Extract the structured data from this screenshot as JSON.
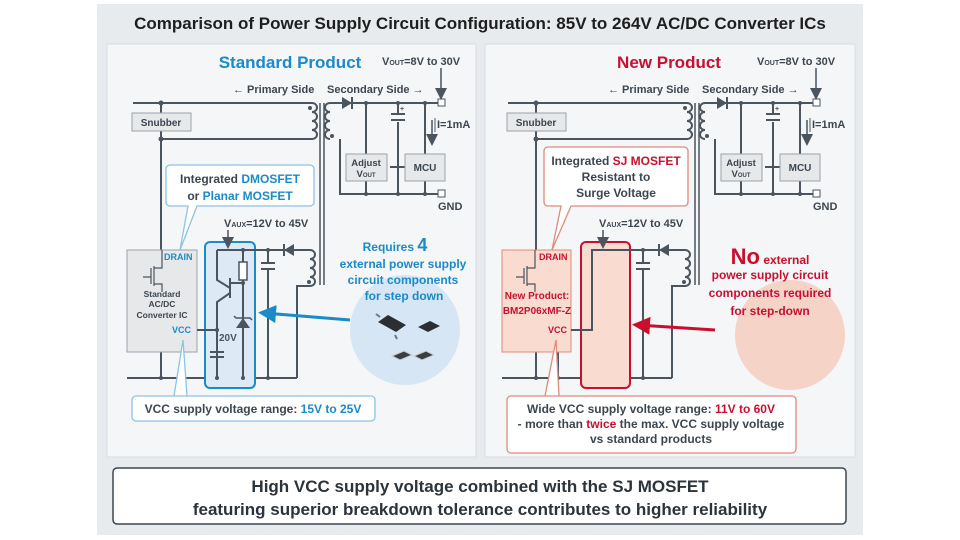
{
  "title": "Comparison of Power Supply Circuit Configuration: 85V to 264V AC/DC Converter ICs",
  "colors": {
    "standard_accent": "#1a8ac9",
    "new_accent": "#c8102e",
    "frame": "#e8ebee",
    "panel": "#f4f6f8"
  },
  "common": {
    "vout": "VOUT=8V to 30V",
    "vout_sub": "OUT",
    "vout_rest": "=8V to 30V",
    "primary_side": "← Primary Side",
    "secondary_side": "Secondary Side →",
    "snubber": "Snubber",
    "current": "I=1mA",
    "adjust_line1": "Adjust",
    "adjust_line2": "V",
    "adjust_sub": "OUT",
    "mcu": "MCU",
    "gnd": "GND",
    "vaux_v": "V",
    "vaux_sub": "AUX",
    "vaux_rest": "=12V to 45V",
    "drain": "DRAIN",
    "vcc": "VCC"
  },
  "standard": {
    "heading": "Standard Product",
    "callout_line1_a": "Integrated ",
    "callout_line1_b": "DMOSFET",
    "callout_line2_a": "or ",
    "callout_line2_b": "Planar MOSFET",
    "ic_line1": "Standard",
    "ic_line2": "AC/DC",
    "ic_line3": "Converter IC",
    "zener": "20V",
    "note_a": "Requires ",
    "note_b": "4",
    "note_line2": "external power supply",
    "note_line3": "circuit components",
    "note_line4": "for step down",
    "range_a": "VCC supply voltage range: ",
    "range_b": "15V to 25V"
  },
  "new": {
    "heading": "New Product",
    "callout_line1_a": "Integrated ",
    "callout_line1_b": "SJ MOSFET",
    "callout_line2": "Resistant to",
    "callout_line3": "Surge Voltage",
    "ic_line1": "New Product:",
    "ic_line2": "BM2P06xMF-Z",
    "note_a": "No",
    "note_b": " external",
    "note_line2": "power supply circuit",
    "note_line3": "components required",
    "note_line4": "for step-down",
    "range_a": "Wide VCC supply voltage range: ",
    "range_b": "11V to 60V",
    "range2_a": "- more than ",
    "range2_b": "twice",
    "range2_c": " the max. VCC supply voltage",
    "range3": "vs standard products"
  },
  "conclusion": {
    "line1": "High VCC supply voltage combined with the SJ MOSFET",
    "line2": "featuring superior breakdown tolerance contributes to higher reliability"
  }
}
